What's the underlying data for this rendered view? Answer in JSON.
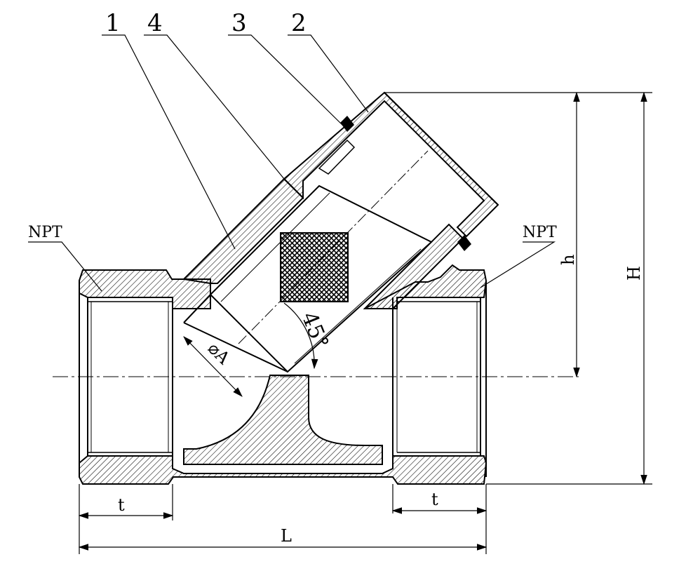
{
  "parts": {
    "body": "1",
    "cap": "2",
    "gasket": "3",
    "screen": "4"
  },
  "thread_labels": {
    "left": "NPT",
    "right": "NPT"
  },
  "dimensions": {
    "thread_length_left": "t",
    "thread_length_right": "t",
    "overall_length": "L",
    "centerline_height": "h",
    "overall_height": "H",
    "screen_diameter": "⌀A",
    "angle": "45°"
  },
  "colors": {
    "ink": "#000000",
    "background": "#ffffff"
  }
}
